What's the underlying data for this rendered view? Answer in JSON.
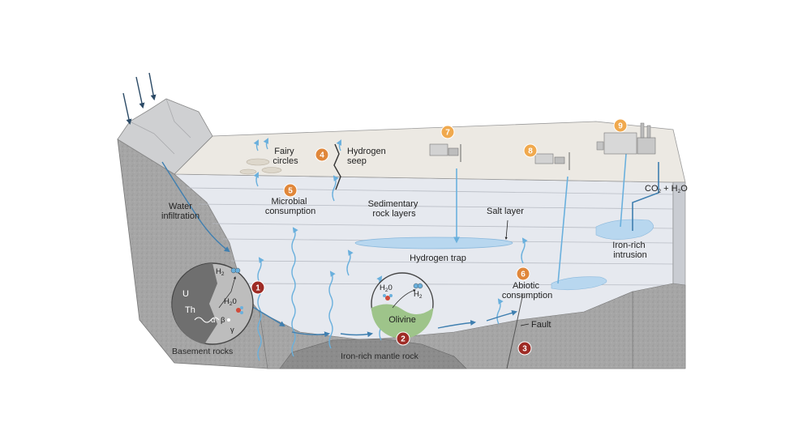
{
  "labels": {
    "water_infiltration": [
      "Water",
      "infiltration"
    ],
    "fairy_circles": [
      "Fairy",
      "circles"
    ],
    "hydrogen_seep": [
      "Hydrogen",
      "seep"
    ],
    "microbial_consumption": [
      "Microbial",
      "consumption"
    ],
    "sedimentary_rock_layers": [
      "Sedimentary",
      "rock layers"
    ],
    "salt_layer": "Salt layer",
    "hydrogen_trap": "Hydrogen trap",
    "abiotic_consumption": [
      "Abiotic",
      "consumption"
    ],
    "fault": "Fault",
    "iron_rich_intrusion": [
      "Iron-rich",
      "intrusion"
    ],
    "basement_rocks": "Basement rocks",
    "iron_rich_mantle_rock": "Iron-rich mantle rock",
    "olivine": "Olivine",
    "co2_h2o": {
      "a": "CO",
      "a_sub": "2",
      "plus": " + H",
      "b_sub": "2",
      "b": "O"
    }
  },
  "radiolysis_inset": {
    "u": "U",
    "th": "Th",
    "h2": {
      "main": "H",
      "sub": "2"
    },
    "h2o": {
      "main": "H",
      "sub": "2",
      "end": "0"
    },
    "alpha": "α",
    "beta": "β",
    "gamma": "γ"
  },
  "serpentinization_inset": {
    "h2o": {
      "main": "H",
      "sub": "2",
      "end": "0"
    },
    "h2": {
      "main": "H",
      "sub": "2"
    }
  },
  "badges": [
    {
      "num": "1",
      "kind": "source"
    },
    {
      "num": "2",
      "kind": "source"
    },
    {
      "num": "3",
      "kind": "source"
    },
    {
      "num": "4",
      "kind": "sink"
    },
    {
      "num": "5",
      "kind": "sink"
    },
    {
      "num": "6",
      "kind": "sink"
    },
    {
      "num": "7",
      "kind": "use"
    },
    {
      "num": "8",
      "kind": "use"
    },
    {
      "num": "9",
      "kind": "use"
    }
  ],
  "colors": {
    "source_badge": "#9e2b25",
    "sink_badge": "#e0873a",
    "use_badge": "#f0a94e",
    "water_arrow": "#3f7fb0",
    "hydrogen_flow": "#6ab0dd",
    "surface": "#ece9e3",
    "sediment": "#e4e8ee",
    "basement": "#a9a9a9",
    "mantle": "#8a8a8a"
  }
}
